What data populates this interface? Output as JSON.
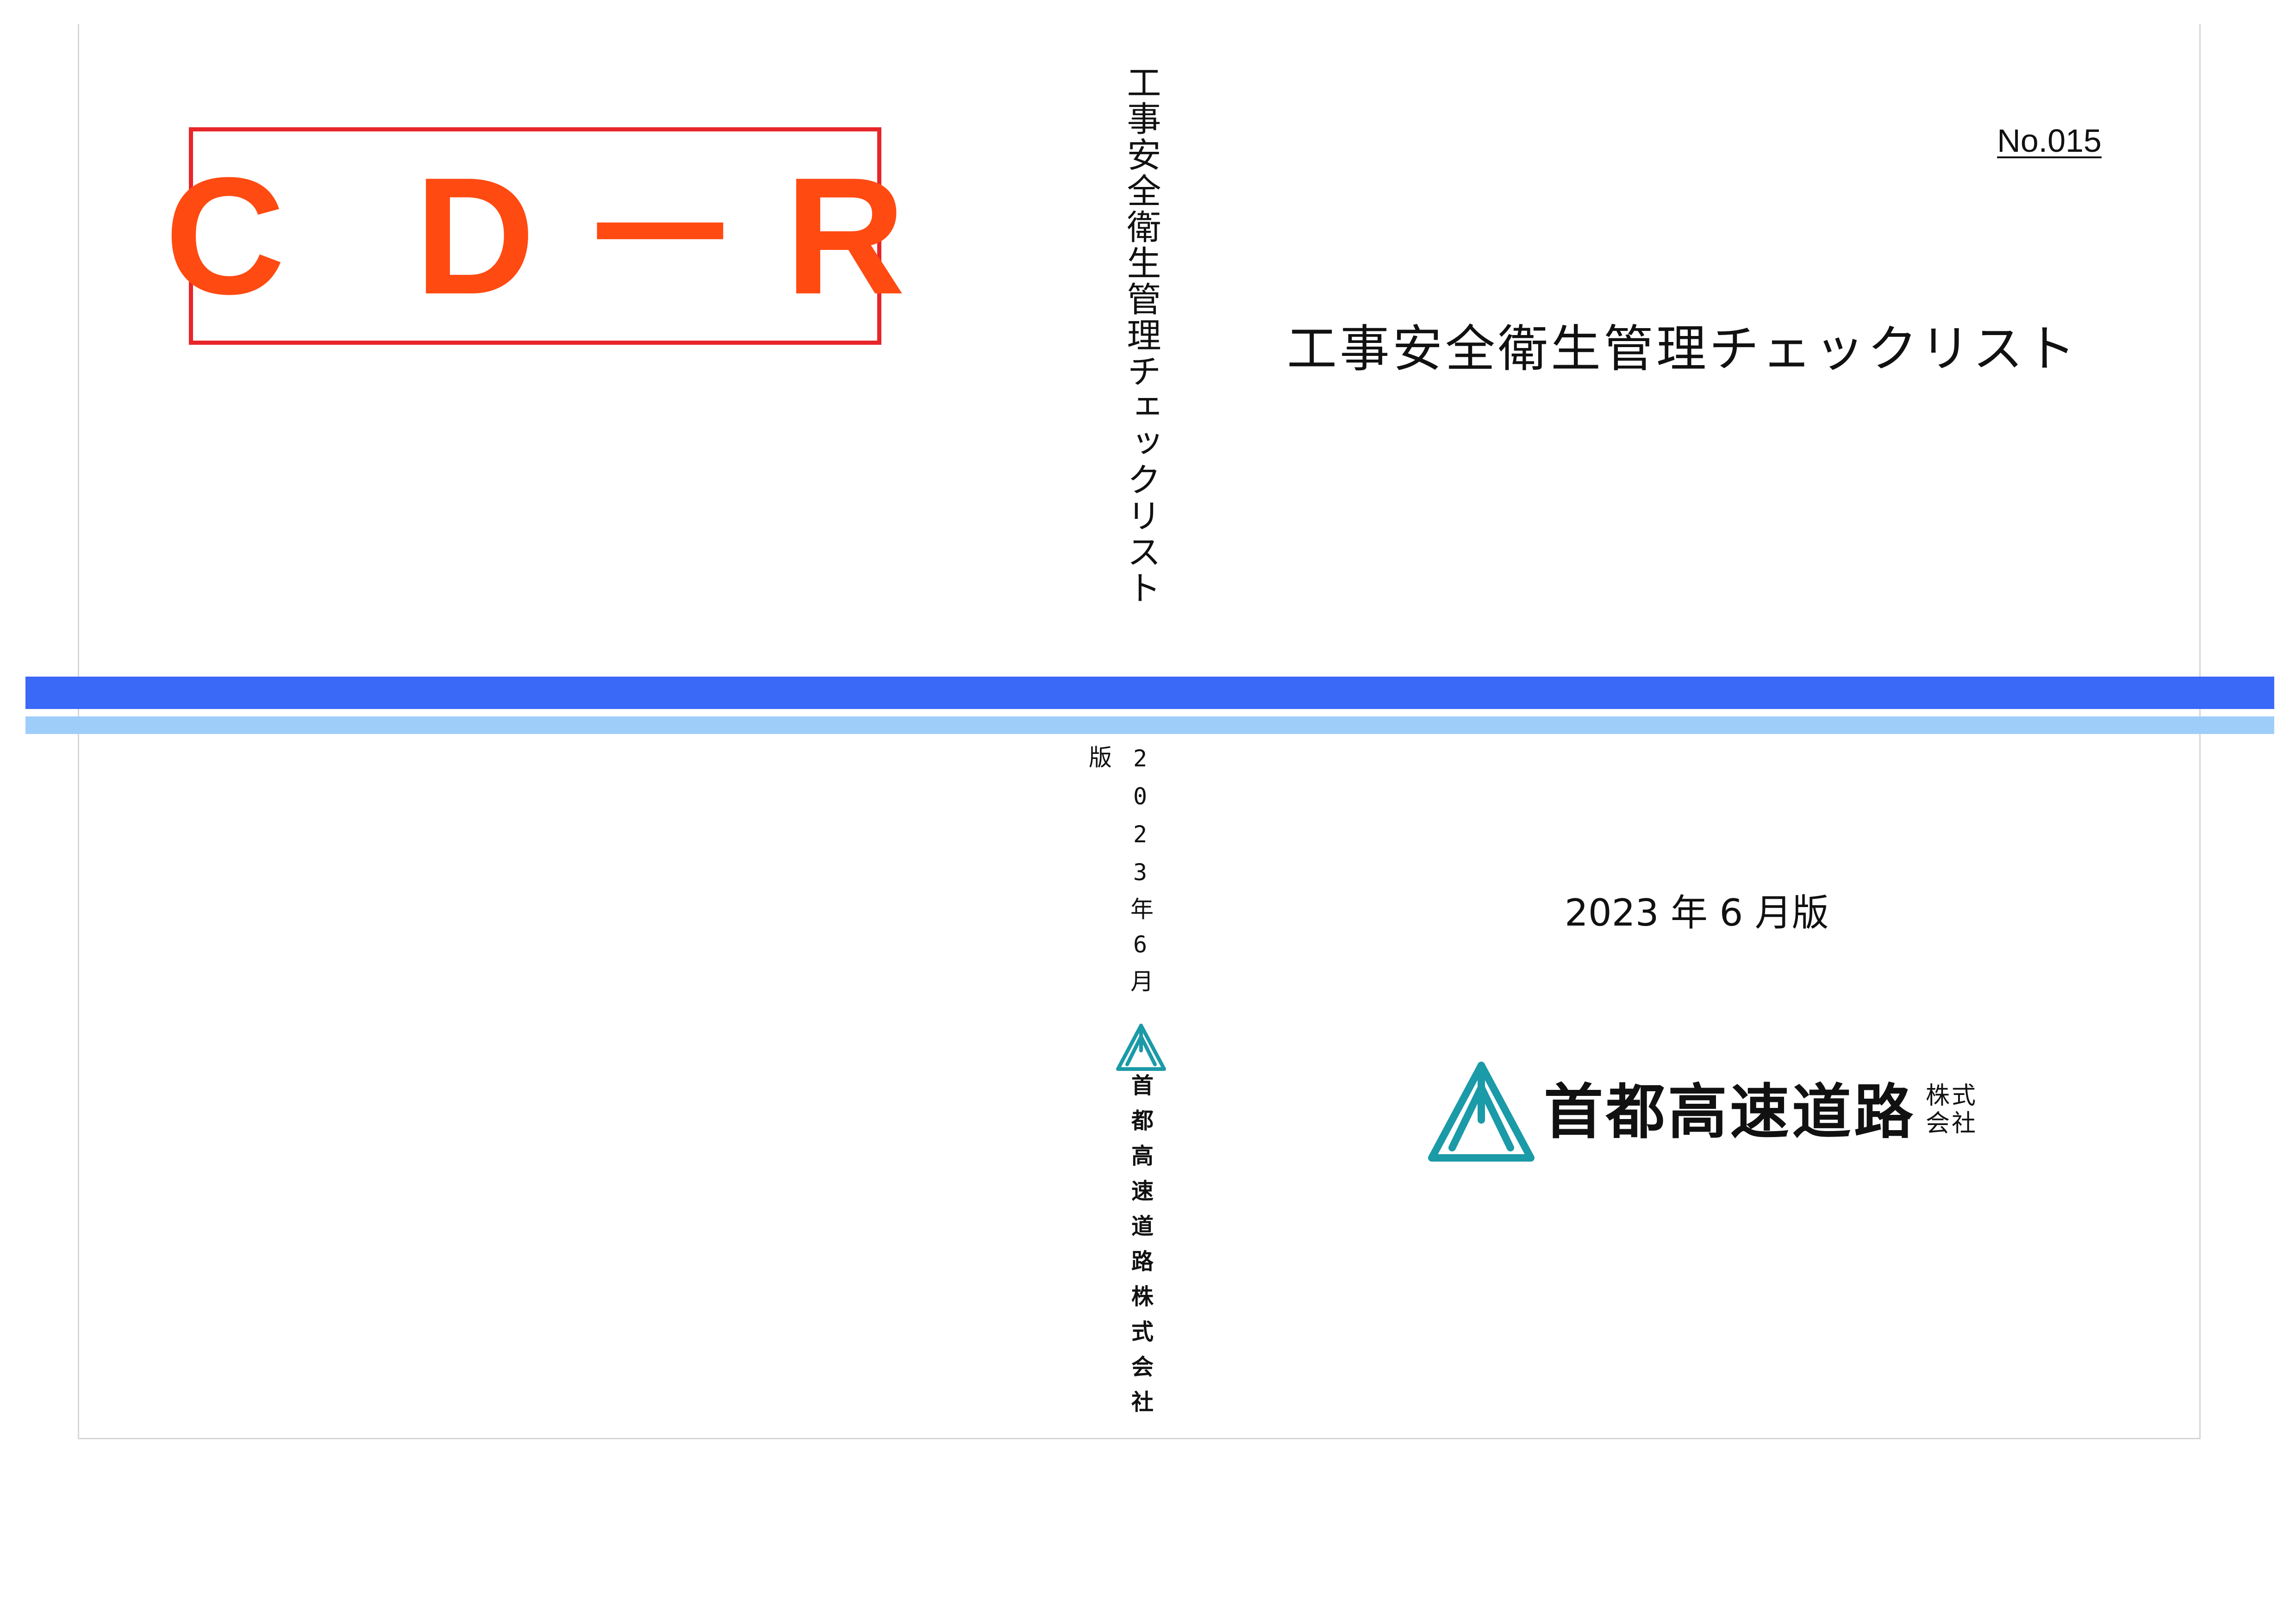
{
  "stamp": {
    "label": "CD-R",
    "display": "C D－R",
    "border_color": "#e8262a",
    "text_color": "#ff4a12"
  },
  "spine": {
    "title": "工事安全衛生管理チェックリスト",
    "edition": "2023年6月版",
    "logo_icon": "shutoko-logo-icon",
    "company": "首都高速道路株式会社"
  },
  "front": {
    "number": "No.015",
    "title": "工事安全衛生管理チェックリスト",
    "edition": "2023 年 6 月版",
    "logo_icon": "shutoko-logo-icon",
    "company_name": "首都高速道路",
    "company_type_line1": "株式",
    "company_type_line2": "会社"
  },
  "colors": {
    "band_dark": "#3a68f7",
    "band_light": "#9fcdfa",
    "logo": "#1b9aa8"
  }
}
